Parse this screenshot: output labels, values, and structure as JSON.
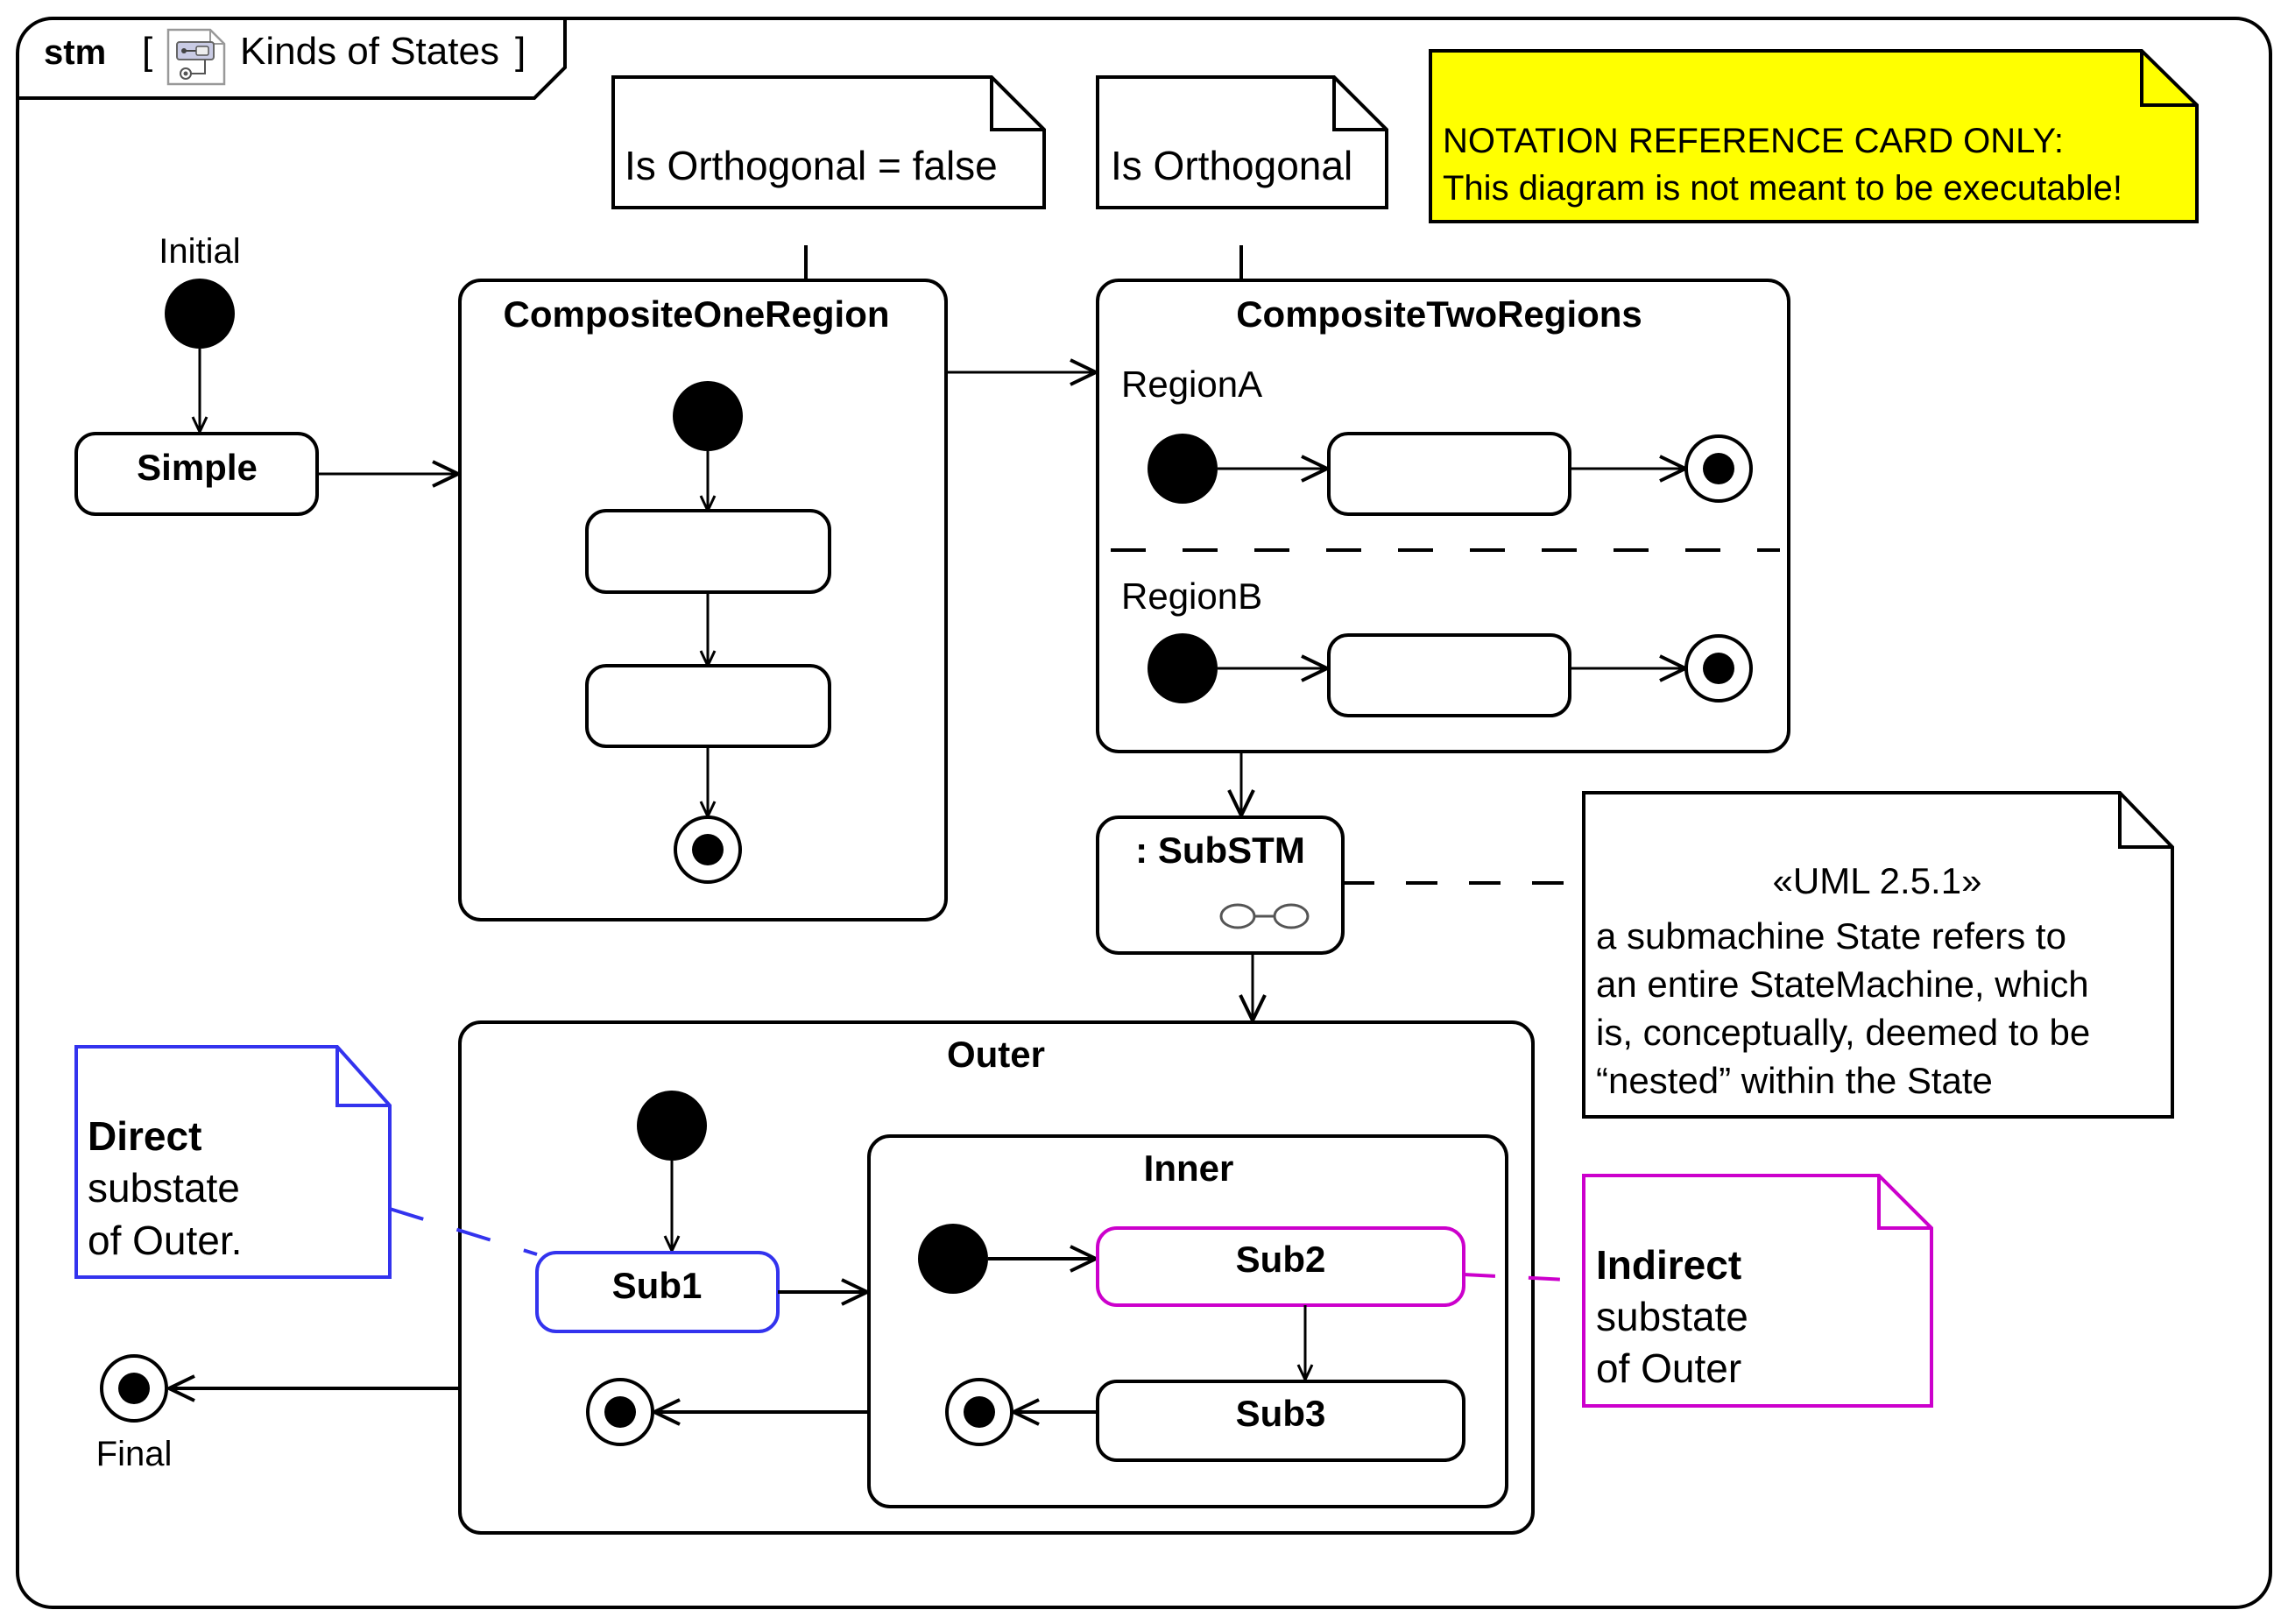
{
  "frame": {
    "kind": "stm",
    "open_bracket": "[",
    "name": "Kinds of States",
    "close_bracket": "]",
    "icon": "state-machine-diagram-icon"
  },
  "notes": {
    "orthogonal_false": "Is Orthogonal = false",
    "orthogonal": "Is Orthogonal",
    "warning": {
      "line1": "NOTATION REFERENCE CARD ONLY:",
      "line2": "This diagram is not meant to be executable!",
      "fill": "#ffff00"
    },
    "uml": {
      "stereotype": "«UML 2.5.1»",
      "lines": [
        "a submachine State refers to",
        "an entire StateMachine, which",
        "is, conceptually, deemed to be",
        "“nested” within the State"
      ]
    },
    "direct": {
      "title": "Direct",
      "line2": "substate",
      "line3": "of Outer.",
      "color": "#3333ee"
    },
    "indirect": {
      "title": "Indirect",
      "line2": "substate",
      "line3": "of Outer",
      "color": "#cc00cc"
    }
  },
  "states": {
    "initial_label": "Initial",
    "simple": "Simple",
    "composite_one": "CompositeOneRegion",
    "composite_two": "CompositeTwoRegions",
    "region_a": "RegionA",
    "region_b": "RegionB",
    "substm": ": SubSTM",
    "outer": "Outer",
    "inner": "Inner",
    "sub1": "Sub1",
    "sub2": "Sub2",
    "sub3": "Sub3",
    "final_label": "Final"
  }
}
